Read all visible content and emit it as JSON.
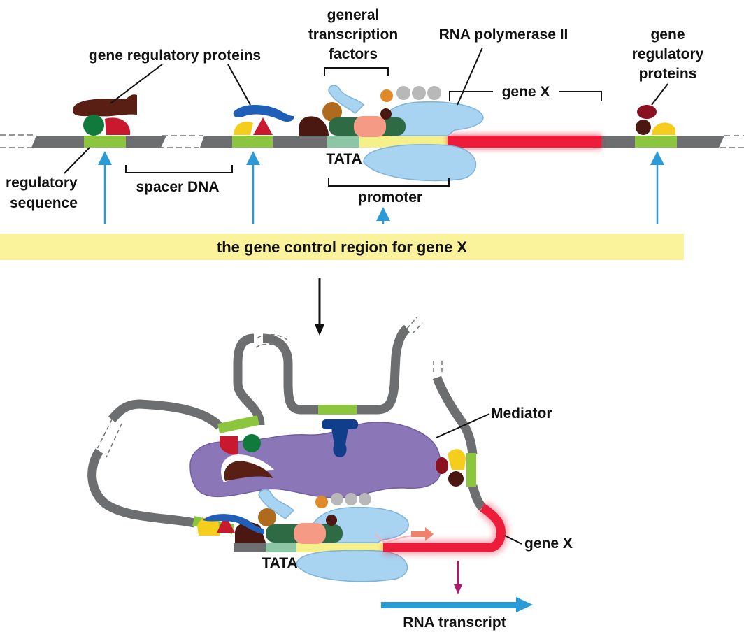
{
  "labels": {
    "gene_regulatory_proteins_left": "gene regulatory proteins",
    "general_tf": [
      "general",
      "transcription",
      "factors"
    ],
    "rna_pol_ii": "RNA polymerase II",
    "gene_regulatory_proteins_right": [
      "gene",
      "regulatory",
      "proteins"
    ],
    "gene_x_top": "gene X",
    "tata_top": "TATA",
    "regulatory_sequence": [
      "regulatory",
      "sequence"
    ],
    "spacer_dna": "spacer DNA",
    "promoter": "promoter",
    "banner": "the gene control region for gene X",
    "mediator": "Mediator",
    "gene_x_bottom": "gene X",
    "tata_bottom": "TATA",
    "rna_transcript": "RNA transcript"
  },
  "colors": {
    "dna": "#6d6e70",
    "regulatory_site": "#8cc63f",
    "promoter_yellow": "#f6f08a",
    "gene_red": "#ed1c3a",
    "polymerase_blue": "#a8d4f2",
    "mediator_purple": "#8b77b8",
    "banner_yellow": "#fbf39b",
    "arrow_blue": "#2b9bd8",
    "dark_brown": "#5a1f14",
    "green_ball": "#0f7a3c",
    "red": "#c8192e",
    "yellow": "#f5cd1c",
    "dark_blue": "#103e8a",
    "salmon": "#f59a85",
    "tf_green": "#2e6b45",
    "orange_brown": "#b06a1e"
  }
}
